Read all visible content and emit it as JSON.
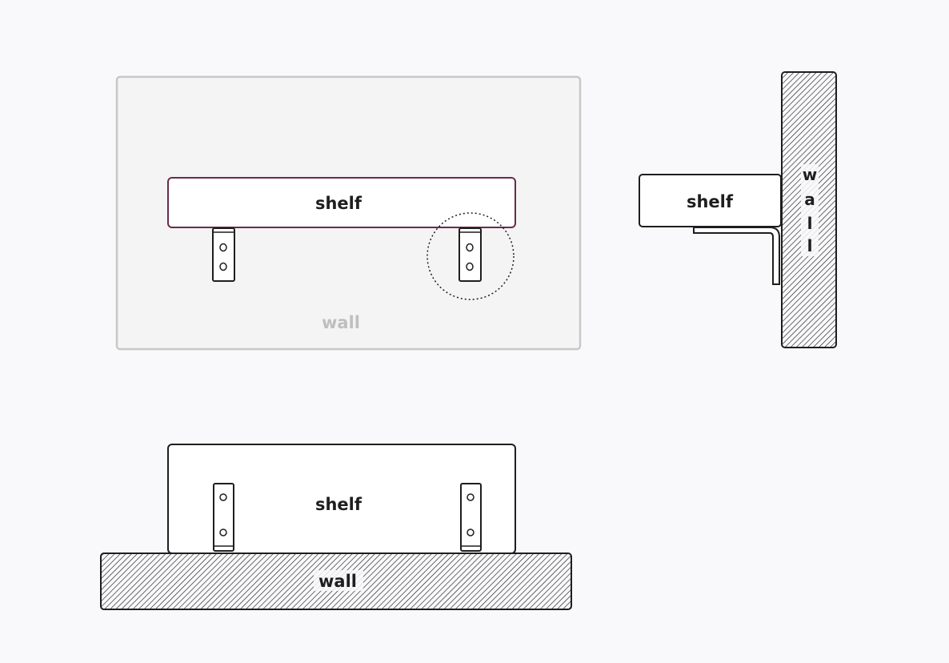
{
  "front_view": {
    "wall_label": "wall",
    "shelf_label": "shelf"
  },
  "side_view": {
    "shelf_label": "shelf",
    "wall_label_letters": [
      "w",
      "a",
      "l",
      "l"
    ]
  },
  "top_view": {
    "shelf_label": "shelf",
    "wall_label": "wall"
  },
  "colors": {
    "stroke": "#1e1e1e",
    "wall_fill": "#f4f4f4",
    "wall_border": "#c8c8c8",
    "shelf_border_front": "#6b2b4a",
    "muted_text": "#bfbfbf"
  }
}
